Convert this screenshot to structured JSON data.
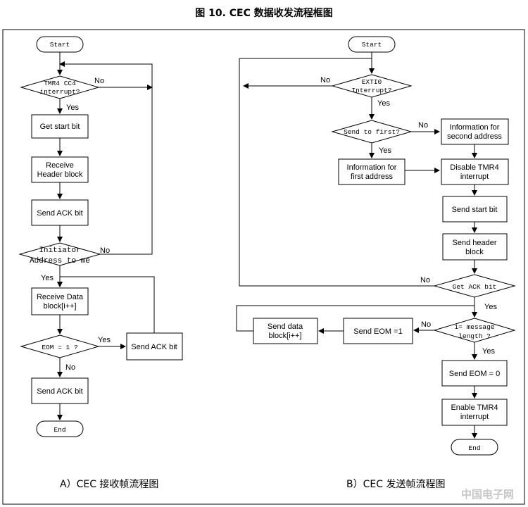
{
  "title": "图 10. CEC 数据收发流程框图",
  "labels": {
    "yes": "Yes",
    "no": "No"
  },
  "left": {
    "caption": "A）CEC 接收帧流程图",
    "start": "Start",
    "d1": [
      "TMR4 CC4",
      "interrupt?"
    ],
    "get_start": "Get start bit",
    "recv_header": [
      "Receive",
      "Header block"
    ],
    "send_ack1": "Send ACK bit",
    "d2": [
      "Initiator",
      "Address to me"
    ],
    "recv_data": [
      "Receive Data",
      "block[i++]"
    ],
    "d3": "EOM = 1 ?",
    "send_ack2": "Send ACK bit",
    "send_ack3": "Send ACK bit",
    "end": "End"
  },
  "right": {
    "caption": "B）CEC 发送帧流程图",
    "start": "Start",
    "d1": [
      "EXTI0",
      "Interrupt?"
    ],
    "d2": "Send to first?",
    "info_second": [
      "Information for",
      "second address"
    ],
    "info_first": [
      "Information for",
      "first address"
    ],
    "disable": [
      "Disable TMR4",
      "interrupt"
    ],
    "send_start": "Send start bit",
    "send_header": [
      "Send header",
      "block"
    ],
    "d3": "Get ACK bit",
    "d4": [
      "i= message",
      "length ?"
    ],
    "send_eom1": "Send EOM =1",
    "send_data": [
      "Send data",
      "block[i++]"
    ],
    "send_eom0": "Send EOM = 0",
    "enable": [
      "Enable TMR4",
      "interrupt"
    ],
    "end": "End"
  },
  "watermark": "中国电子网"
}
